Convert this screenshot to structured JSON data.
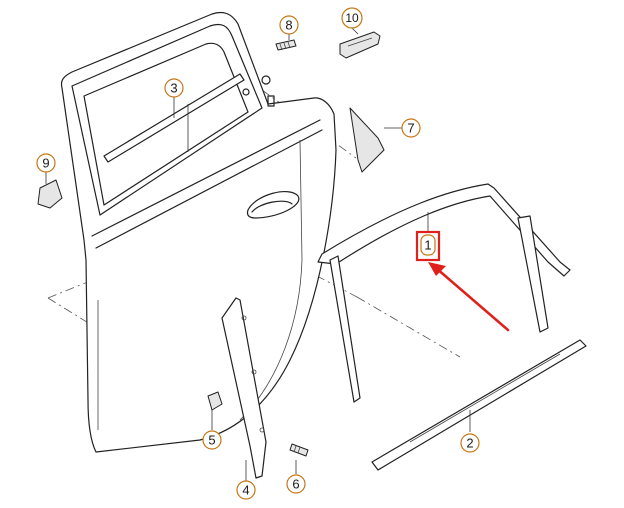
{
  "callouts": [
    {
      "id": "1",
      "label": "1"
    },
    {
      "id": "2",
      "label": "2"
    },
    {
      "id": "3",
      "label": "3"
    },
    {
      "id": "4",
      "label": "4"
    },
    {
      "id": "5",
      "label": "5"
    },
    {
      "id": "6",
      "label": "6"
    },
    {
      "id": "7",
      "label": "7"
    },
    {
      "id": "8",
      "label": "8"
    },
    {
      "id": "9",
      "label": "9"
    },
    {
      "id": "10",
      "label": "10"
    }
  ],
  "colors": {
    "callout_ring": "#c87514",
    "highlight": "#e0201b",
    "line": "#222222"
  },
  "highlighted_callout": "1"
}
